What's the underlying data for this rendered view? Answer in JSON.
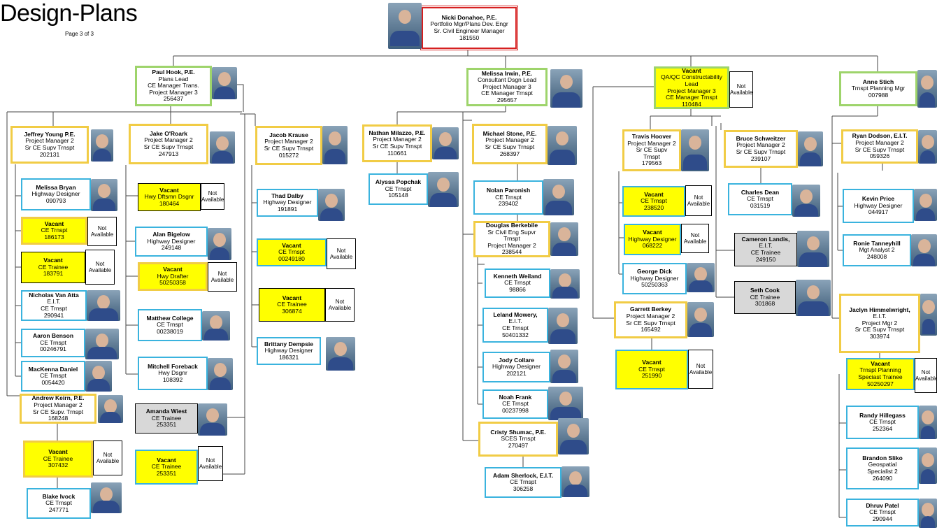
{
  "page": {
    "title": "Design-Plans",
    "page_no": "Page 3 of 3",
    "not_available": [
      "Not",
      "Available"
    ]
  },
  "boxes": [
    {
      "id": "top",
      "lines": [
        "Nicki Donahoe, P.E.",
        "Portfolio Mgr/Plans Dev. Engr",
        "Sr. Civil Engineer Manager",
        "181550"
      ]
    },
    {
      "id": "hook",
      "lines": [
        "Paul Hook, P.E.",
        "Plans Lead",
        "CE Manager Trans.",
        "Project Manager 3",
        "256437"
      ]
    },
    {
      "id": "irwin",
      "lines": [
        "Melissa Irwin, P.E.",
        "Consultant Dsgn Lead",
        "Project Manager 3",
        "CE Manager Trnspt",
        "295657"
      ]
    },
    {
      "id": "qaqc",
      "lines": [
        "Vacant",
        "QA/QC Constructability",
        "Lead",
        "Project Manager 3",
        "CE Manager Trnspt",
        "110484"
      ]
    },
    {
      "id": "stich",
      "lines": [
        "Anne Stich",
        "Trnspt Planning Mgr",
        "007988"
      ]
    },
    {
      "id": "young",
      "lines": [
        "Jeffrey Young P.E.",
        "Project Manager 2",
        "Sr CE Supv Trnspt",
        "202131"
      ]
    },
    {
      "id": "oroark",
      "lines": [
        "Jake O'Roark",
        "Project Manager 2",
        "Sr CE Supv Trnspt",
        "247913"
      ]
    },
    {
      "id": "krause",
      "lines": [
        "Jacob Krause",
        "Project Manager 2",
        "Sr CE Supv Trnspt",
        "015272"
      ]
    },
    {
      "id": "bryan",
      "lines": [
        "Melissa Bryan",
        "Highway Designer",
        "090793"
      ]
    },
    {
      "id": "v186173",
      "lines": [
        "Vacant",
        "CE Trnspt",
        "186173"
      ]
    },
    {
      "id": "v183791",
      "lines": [
        "Vacant",
        "CE Trainee",
        "183791"
      ]
    },
    {
      "id": "vanatta",
      "lines": [
        "Nicholas Van Atta",
        "E.I.T.",
        "CE Trnspt",
        "290941"
      ]
    },
    {
      "id": "benson",
      "lines": [
        "Aaron Benson",
        "CE Trnspt",
        "00246791"
      ]
    },
    {
      "id": "daniel",
      "lines": [
        "MacKenna Daniel",
        "CE Trnspt",
        "0054420"
      ]
    },
    {
      "id": "keirn",
      "lines": [
        "Andrew Keirn, P.E.",
        "Project Manager 2",
        "Sr CE Supv. Trnspt",
        "168248"
      ]
    },
    {
      "id": "v307432",
      "lines": [
        "Vacant",
        "CE Trainee",
        "307432"
      ]
    },
    {
      "id": "ivock",
      "lines": [
        "Blake Ivock",
        "CE Trnspt",
        "247771"
      ]
    },
    {
      "id": "v180464",
      "lines": [
        "Vacant",
        "Hwy Dftsmn Dsgnr",
        "180464"
      ]
    },
    {
      "id": "bigelow",
      "lines": [
        "Alan Bigelow",
        "Highway Designer",
        "249148"
      ]
    },
    {
      "id": "v50250358",
      "lines": [
        "Vacant",
        "Hwy Drafter",
        "50250358"
      ]
    },
    {
      "id": "college",
      "lines": [
        "Matthew College",
        "CE Trnspt",
        "00238019"
      ]
    },
    {
      "id": "foreback",
      "lines": [
        "Mitchell Foreback",
        "Hwy Dsgnr",
        "108392"
      ]
    },
    {
      "id": "wiest",
      "lines": [
        "Amanda Wiest",
        "CE Trainee",
        "253351"
      ]
    },
    {
      "id": "v253351",
      "lines": [
        "Vacant",
        "CE Trainee",
        "253351"
      ]
    },
    {
      "id": "dalby",
      "lines": [
        "Thad Dalby",
        "Highway Designer",
        "191891"
      ]
    },
    {
      "id": "v00249180",
      "lines": [
        "Vacant",
        "CE Trnspt",
        "00249180"
      ]
    },
    {
      "id": "v306874",
      "lines": [
        "Vacant",
        "CE Trainee",
        "306874"
      ]
    },
    {
      "id": "dempsie",
      "lines": [
        "Brittany Dempsie",
        "Highway Designer",
        "186321"
      ]
    },
    {
      "id": "milazzo",
      "lines": [
        "Nathan Milazzo, P.E.",
        "Project Manager 2",
        "Sr CE Supv Trnspt",
        "110661"
      ]
    },
    {
      "id": "popchak",
      "lines": [
        "Alyssa Popchak",
        "CE Trnspt",
        "105148"
      ]
    },
    {
      "id": "stone",
      "lines": [
        "Michael Stone, P.E.",
        "Project Manager 2",
        "Sr CE Supv Trnspt",
        "268397"
      ]
    },
    {
      "id": "paronish",
      "lines": [
        "Nolan Paronish",
        "CE Trnspt",
        "239402"
      ]
    },
    {
      "id": "berkebile",
      "lines": [
        "Douglas Berkebile",
        "Sr Civil Eng Supvr",
        "Trnspt",
        "Project Manager 2",
        "238544"
      ]
    },
    {
      "id": "weiland",
      "lines": [
        "Kenneth Weiland",
        "CE Trnspt",
        "98866"
      ]
    },
    {
      "id": "mowery",
      "lines": [
        "Leland Mowery,",
        "E.I.T.",
        "CE Trnspt",
        "50401332"
      ]
    },
    {
      "id": "collare",
      "lines": [
        "Jody Collare",
        "Highway Designer",
        "202121"
      ]
    },
    {
      "id": "frank",
      "lines": [
        "Noah Frank",
        "CE Trnspt",
        "00237998"
      ]
    },
    {
      "id": "shumac",
      "lines": [
        "Cristy Shumac, P.E.",
        "SCES Trnspt",
        "270497"
      ]
    },
    {
      "id": "sherlock",
      "lines": [
        "Adam Sherlock, E.I.T.",
        "CE Trnspt",
        "306258"
      ]
    },
    {
      "id": "hoover",
      "lines": [
        "Travis Hoover",
        "Project Manager 2",
        "Sr CE Supv",
        "Trnspt",
        "179563"
      ]
    },
    {
      "id": "schweitzer",
      "lines": [
        "Bruce Schweitzer",
        "Project Manager 2",
        "Sr CE Supv Trnspt",
        "239107"
      ]
    },
    {
      "id": "v238520",
      "lines": [
        "Vacant",
        "CE Trnspt",
        "238520"
      ]
    },
    {
      "id": "dean",
      "lines": [
        "Charles Dean",
        "CE Trnspt",
        "031519"
      ]
    },
    {
      "id": "v068222",
      "lines": [
        "Vacant",
        "Highway Designer",
        "068222"
      ]
    },
    {
      "id": "landis",
      "lines": [
        "Cameron Landis,",
        "E.I.T.",
        "CE Trainee",
        "249150"
      ]
    },
    {
      "id": "dick",
      "lines": [
        "George Dick",
        "Highway Designer",
        "50250363"
      ]
    },
    {
      "id": "cook",
      "lines": [
        "Seth Cook",
        "CE Trainee",
        "301868"
      ]
    },
    {
      "id": "berkey",
      "lines": [
        "Garrett Berkey",
        "Project Manager 2",
        "Sr CE Supv Trnspt",
        "165492"
      ]
    },
    {
      "id": "v251990",
      "lines": [
        "Vacant",
        "CE Trnspt",
        "251990"
      ]
    },
    {
      "id": "dodson",
      "lines": [
        "Ryan Dodson, E.I.T.",
        "Project Manager 2",
        "Sr CE Supv Trnspt",
        "059326"
      ]
    },
    {
      "id": "price",
      "lines": [
        "Kevin Price",
        "Highway Designer",
        "044917"
      ]
    },
    {
      "id": "tanneyhill",
      "lines": [
        "Ronie Tanneyhill",
        "Mgt Analyst 2",
        "248008"
      ]
    },
    {
      "id": "himmelwright",
      "lines": [
        "Jaclyn Himmelwright,",
        "E.I.T.",
        "Project Mgr 2",
        "Sr CE Supv Trnspt",
        "303974"
      ]
    },
    {
      "id": "v50250297",
      "lines": [
        "Vacant",
        "Trnspt Planning",
        "Speciast Trainee",
        "50250297"
      ]
    },
    {
      "id": "hillegass",
      "lines": [
        "Randy Hillegass",
        "CE Trnspt",
        "252364"
      ]
    },
    {
      "id": "sliko",
      "lines": [
        "Brandon Sliko",
        "Geospatial",
        "Specialist 2",
        "264090"
      ]
    },
    {
      "id": "patel",
      "lines": [
        "Dhruv Patel",
        "CE Trnspt",
        "290944"
      ]
    }
  ]
}
